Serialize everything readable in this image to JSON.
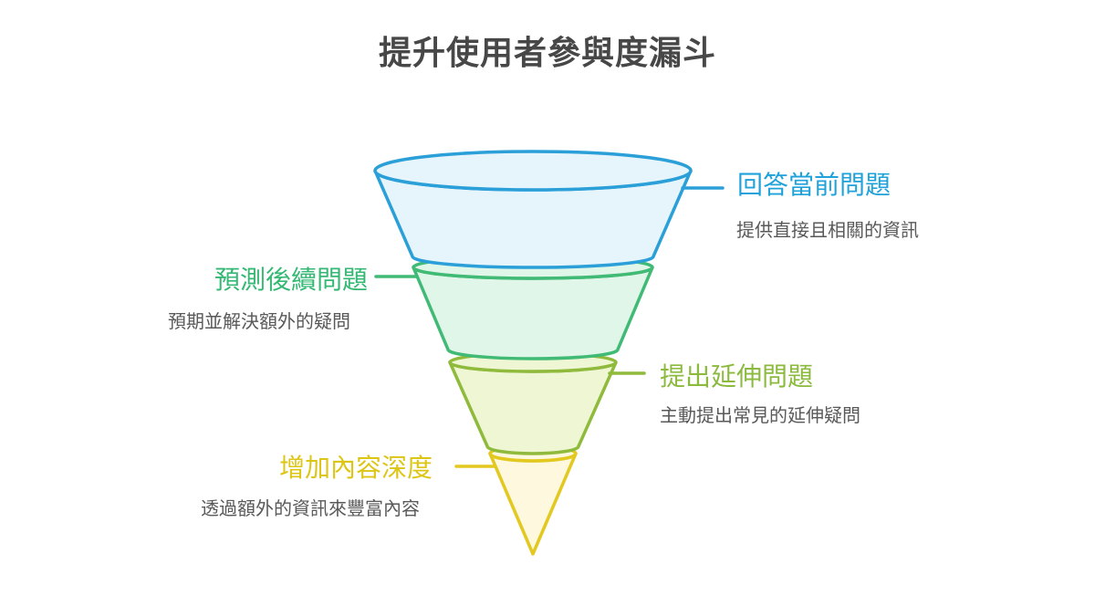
{
  "title": "提升使用者參與度漏斗",
  "colors": {
    "title": "#474747",
    "description_text": "#595959",
    "background": "#ffffff"
  },
  "funnel": {
    "stages": [
      {
        "label": "回答當前問題",
        "description": "提供直接且相關的資訊",
        "side": "right",
        "stroke": "#2B9FD8",
        "fill": "#E6F4FC",
        "label_color": "#1FA2D9"
      },
      {
        "label": "預測後續問題",
        "description": "預期並解決額外的疑問",
        "side": "left",
        "stroke": "#40BA75",
        "fill": "#DFF6E9",
        "label_color": "#34B873"
      },
      {
        "label": "提出延伸問題",
        "description": "主動提出常見的延伸疑問",
        "side": "right",
        "stroke": "#8FBA3B",
        "fill": "#EEF6D3",
        "label_color": "#8CBA3F"
      },
      {
        "label": "增加內容深度",
        "description": "透過額外的資訊來豐富內容",
        "side": "left",
        "stroke": "#E2C81F",
        "fill": "#FDF8DE",
        "label_color": "#DDC514"
      }
    ]
  }
}
